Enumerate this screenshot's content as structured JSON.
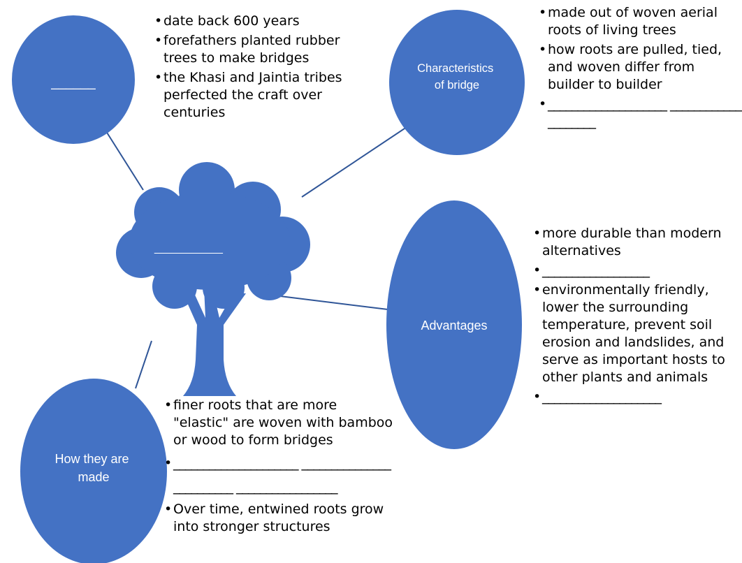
{
  "colors": {
    "node_fill": "#4472C4",
    "connector": "#2F5597",
    "label_text": "#FFFFFF",
    "bullet_text": "#000000"
  },
  "center": {
    "shape": "tree-icon",
    "label": "___________"
  },
  "nodes": [
    {
      "id": "history",
      "label": "______",
      "bullets": [
        "date back 600 years",
        "forefathers planted rubber trees to make bridges",
        "the Khasi and Jaintia tribes perfected the craft over centuries"
      ]
    },
    {
      "id": "characteristics",
      "label": "Characteristics of bridge",
      "label_lines": [
        "Characteristics",
        "of bridge"
      ],
      "bullets": [
        "made out of woven aerial roots of living trees",
        "how roots are pulled, tied, and woven differ from builder to builder",
        "____________________ ____________________"
      ]
    },
    {
      "id": "advantages",
      "label": "Advantages",
      "bullets": [
        "more durable than modern alternatives",
        "__________________",
        "environmentally friendly, lower the surrounding temperature, prevent soil erosion and landslides, and serve as important hosts to other plants and animals",
        "____________________"
      ]
    },
    {
      "id": "how",
      "label": "How they are made",
      "label_lines": [
        "How they are",
        "made"
      ],
      "bullets": [
        "finer roots that are more \"elastic\" are woven with bamboo or wood to form bridges",
        "_____________________ _________________________ _________________",
        "Over time, entwined roots grow into stronger structures"
      ]
    }
  ]
}
